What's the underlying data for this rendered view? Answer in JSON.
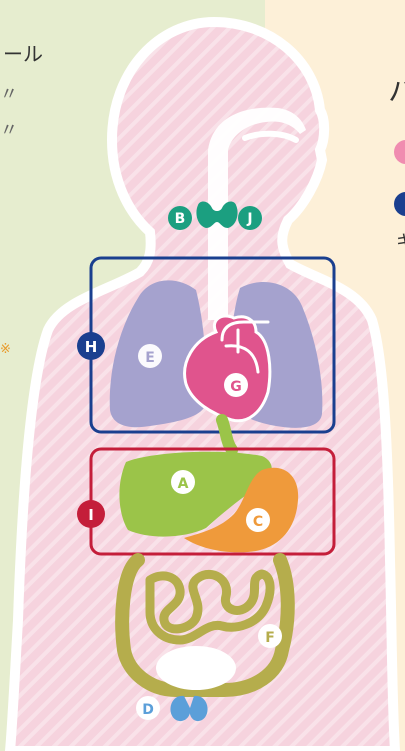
{
  "edge_text": {
    "left_line1": "ール",
    "left_line2": "〃",
    "left_line3": "〃",
    "left_mark": "※",
    "right_char1": "ハ",
    "right_char2": "キ"
  },
  "labels": {
    "A": "A",
    "B": "B",
    "C": "C",
    "D": "D",
    "E": "E",
    "F": "F",
    "G": "G",
    "H": "H",
    "I": "I",
    "J": "J"
  },
  "colors": {
    "left_bg": "#e6edcf",
    "right_bg": "#fdf0d8",
    "body": "#f6d3de",
    "body_stripe": "#f9e2e9",
    "outline": "#ffffff",
    "lung": "#a5a2ce",
    "heart": "#e0548d",
    "liver": "#9bc449",
    "stomach": "#ef9a3b",
    "intestine": "#b5ad4c",
    "thyroid": "#1b9f80",
    "kidney": "#5b9fd9",
    "box_blue": "#1a3f8f",
    "box_red": "#c41e3a",
    "marker_teal": "#1b9f80",
    "marker_blue": "#1a3f8f",
    "marker_red": "#c41e3a",
    "marker_light_pink": "#f08cb0",
    "marker_light_blue": "#8eb8e8"
  }
}
